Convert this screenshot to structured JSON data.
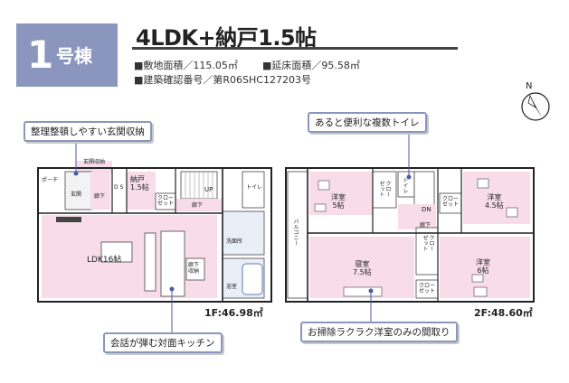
{
  "badge": {
    "number": "1",
    "suffix": "号棟"
  },
  "title": "4LDK+納戸1.5帖",
  "specs": {
    "site_area": "■敷地面積／115.05㎡",
    "floor_area": "■延床面積／95.58㎡",
    "certification": "■建築確認番号／第R06SHC127203号"
  },
  "compass": {
    "label": "N"
  },
  "callouts": {
    "entrance_storage": "整理整頓しやすい玄関収納",
    "toilets": "あると便利な複数トイレ",
    "kitchen": "会話が弾む対面キッチン",
    "western_rooms": "お掃除ラクラク洋室のみの間取り"
  },
  "floor1": {
    "area": "1F:46.98㎡",
    "rooms": {
      "entrance_storage": "玄関収納",
      "porch": "ポーチ",
      "genkan": "玄関",
      "hall_a": "廊下",
      "ds": "D S",
      "storeroom": "納戸\n1.5帖",
      "closet": "クロー\nゼット",
      "up": "UP",
      "toilet": "トイレ",
      "hall_b": "廊下",
      "ldk": "LDK16帖",
      "washroom": "洗面所",
      "bathroom": "浴室",
      "hall_storage": "廊下\n収納"
    }
  },
  "floor2": {
    "area": "2F:48.60㎡",
    "rooms": {
      "balcony": "バルコニー",
      "room5": "洋室\n5帖",
      "closet_a": "クロー\nゼット",
      "toilet": "トイレ",
      "dn": "DN",
      "hall": "廊下",
      "closet_b": "クロー\nゼット",
      "room45": "洋室\n4.5帖",
      "bedroom": "寝室\n7.5帖",
      "closet_c": "クロー\nゼット",
      "closet_d": "クロー\nゼット",
      "room6": "洋室\n6帖"
    }
  }
}
